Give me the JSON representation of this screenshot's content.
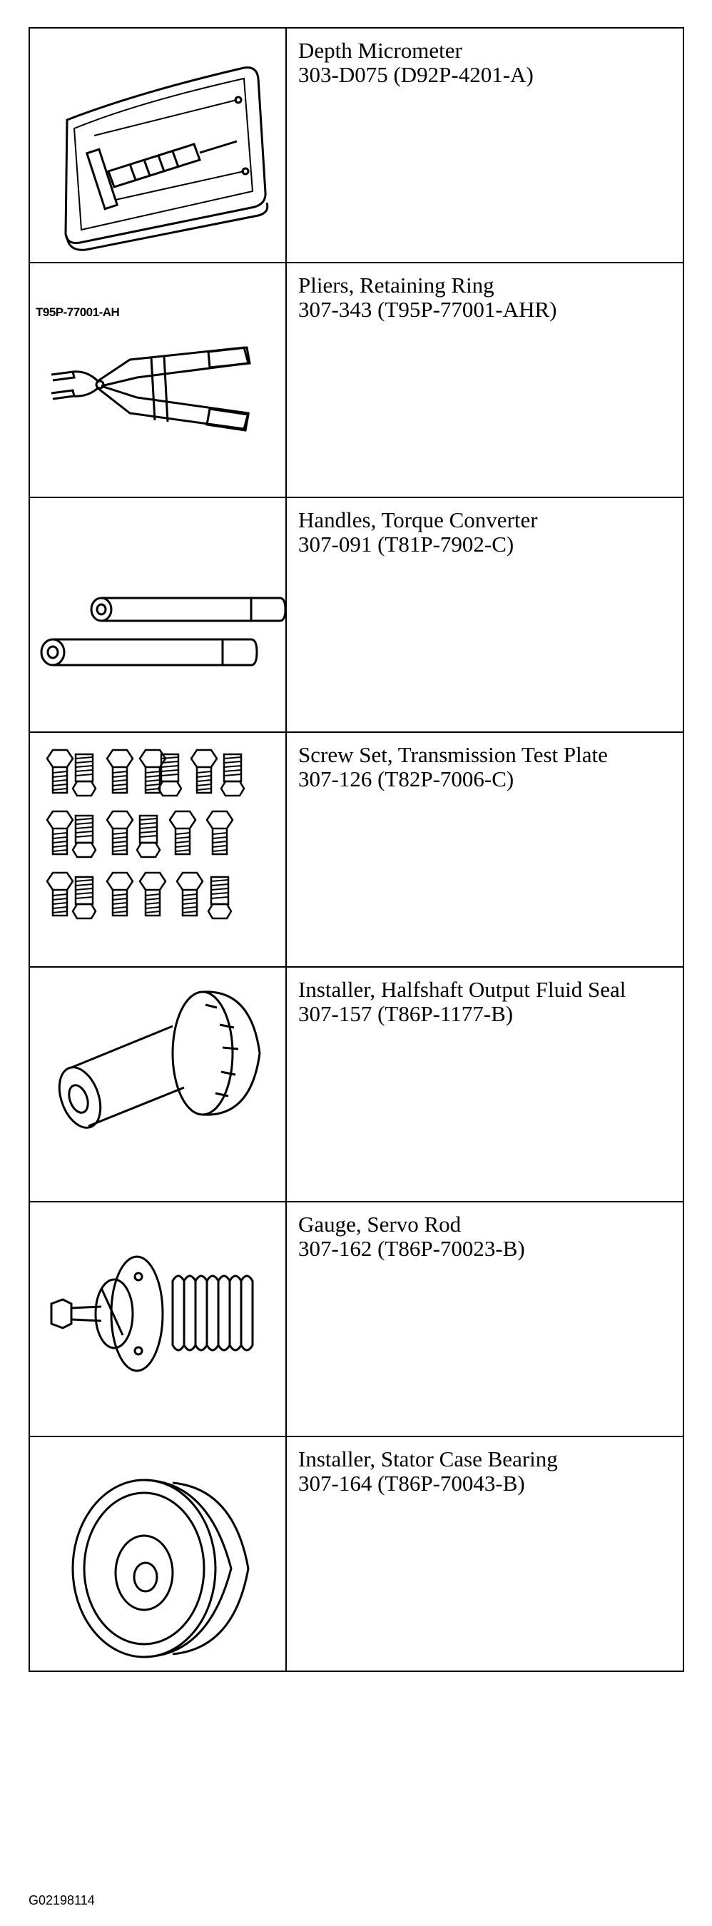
{
  "tools": [
    {
      "name": "Depth Micrometer",
      "number": "303-D075 (D92P-4201-A)",
      "icon": "depth-micrometer-in-case"
    },
    {
      "name": "Pliers, Retaining Ring",
      "number": "307-343 (T95P-77001-AHR)",
      "icon": "retaining-ring-pliers",
      "figure_label": "T95P-77001-AH"
    },
    {
      "name": "Handles, Torque Converter",
      "number": "307-091 (T81P-7902-C)",
      "icon": "torque-converter-handles"
    },
    {
      "name": "Screw Set, Transmission Test Plate",
      "number": "307-126 (T82P-7006-C)",
      "icon": "screw-set"
    },
    {
      "name": "Installer, Halfshaft Output Fluid Seal",
      "number": "307-157 (T86P-1177-B)",
      "icon": "halfshaft-seal-installer"
    },
    {
      "name": "Gauge, Servo Rod",
      "number": "307-162 (T86P-70023-B)",
      "icon": "servo-rod-gauge"
    },
    {
      "name": "Installer, Stator Case Bearing",
      "number": "307-164 (T86P-70043-B)",
      "icon": "stator-bearing-installer"
    }
  ],
  "footer": {
    "code": "G02198114"
  }
}
